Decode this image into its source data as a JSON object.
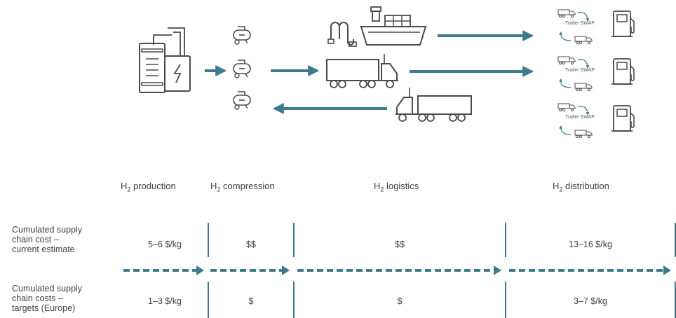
{
  "stages": [
    {
      "prefix": "H",
      "sub": "2",
      "label": " production"
    },
    {
      "prefix": "H",
      "sub": "2",
      "label": " compression"
    },
    {
      "prefix": "H",
      "sub": "2",
      "label": " logistics"
    },
    {
      "prefix": "H",
      "sub": "2",
      "label": " distribution"
    }
  ],
  "rows": [
    {
      "label_lines": [
        "Cumulated supply",
        "chain cost –",
        "current estimate"
      ],
      "costs": [
        "5–6 $/kg",
        "$$",
        "$$",
        "13–16 $/kg"
      ]
    },
    {
      "label_lines": [
        "Cumulated supply",
        "chain costs –",
        "targets (Europe)"
      ],
      "costs": [
        "1–3 $/kg",
        "$",
        "$",
        "3–7 $/kg"
      ]
    }
  ],
  "swap_label": "Trailer SWAP",
  "colors": {
    "accent": "#3f7a8c",
    "icon": "#4a4a4a",
    "divider": "#3f7a8c"
  },
  "icons": [
    "electrolyser-icon",
    "compressor-icon",
    "pipeline-icon",
    "ship-icon",
    "truck-icon",
    "trailer-swap-icon",
    "fuel-pump-icon"
  ]
}
